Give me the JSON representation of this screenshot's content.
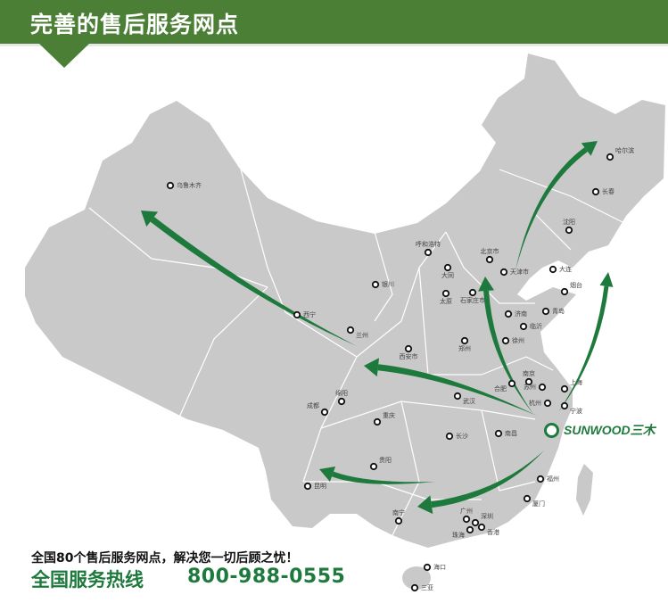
{
  "header": {
    "title": "完善的售后服务网点"
  },
  "brand": {
    "name": "SUNWOOD三木",
    "color": "#1e7a3c"
  },
  "colors": {
    "header": "#4b7f35",
    "land": "#c9c9ca",
    "arrow": "#1e7a3c"
  },
  "cities": [
    {
      "name": "乌鲁木齐"
    },
    {
      "name": "西宁"
    },
    {
      "name": "兰州"
    },
    {
      "name": "银川"
    },
    {
      "name": "呼和浩特"
    },
    {
      "name": "大同"
    },
    {
      "name": "太原"
    },
    {
      "name": "北京市"
    },
    {
      "name": "天津市"
    },
    {
      "name": "石家庄市"
    },
    {
      "name": "西安市"
    },
    {
      "name": "郑州"
    },
    {
      "name": "济南"
    },
    {
      "name": "临沂"
    },
    {
      "name": "徐州"
    },
    {
      "name": "哈尔滨"
    },
    {
      "name": "长春"
    },
    {
      "name": "沈阳"
    },
    {
      "name": "大连"
    },
    {
      "name": "烟台"
    },
    {
      "name": "青岛"
    },
    {
      "name": "合肥"
    },
    {
      "name": "南京"
    },
    {
      "name": "苏州"
    },
    {
      "name": "上海"
    },
    {
      "name": "杭州"
    },
    {
      "name": "宁波"
    },
    {
      "name": "成都"
    },
    {
      "name": "绵阳"
    },
    {
      "name": "重庆"
    },
    {
      "name": "武汉"
    },
    {
      "name": "长沙"
    },
    {
      "name": "南昌"
    },
    {
      "name": "贵阳"
    },
    {
      "name": "昆明"
    },
    {
      "name": "南宁"
    },
    {
      "name": "广州"
    },
    {
      "name": "深圳"
    },
    {
      "name": "珠海"
    },
    {
      "name": "香港"
    },
    {
      "name": "福州"
    },
    {
      "name": "厦门"
    },
    {
      "name": "海口"
    },
    {
      "name": "三亚"
    }
  ],
  "footer": {
    "slogan": "全国80个售后服务网点，解决您一切后顾之忧！",
    "hotline_label": "全国服务热线",
    "hotline_number": "800-988-0555"
  }
}
